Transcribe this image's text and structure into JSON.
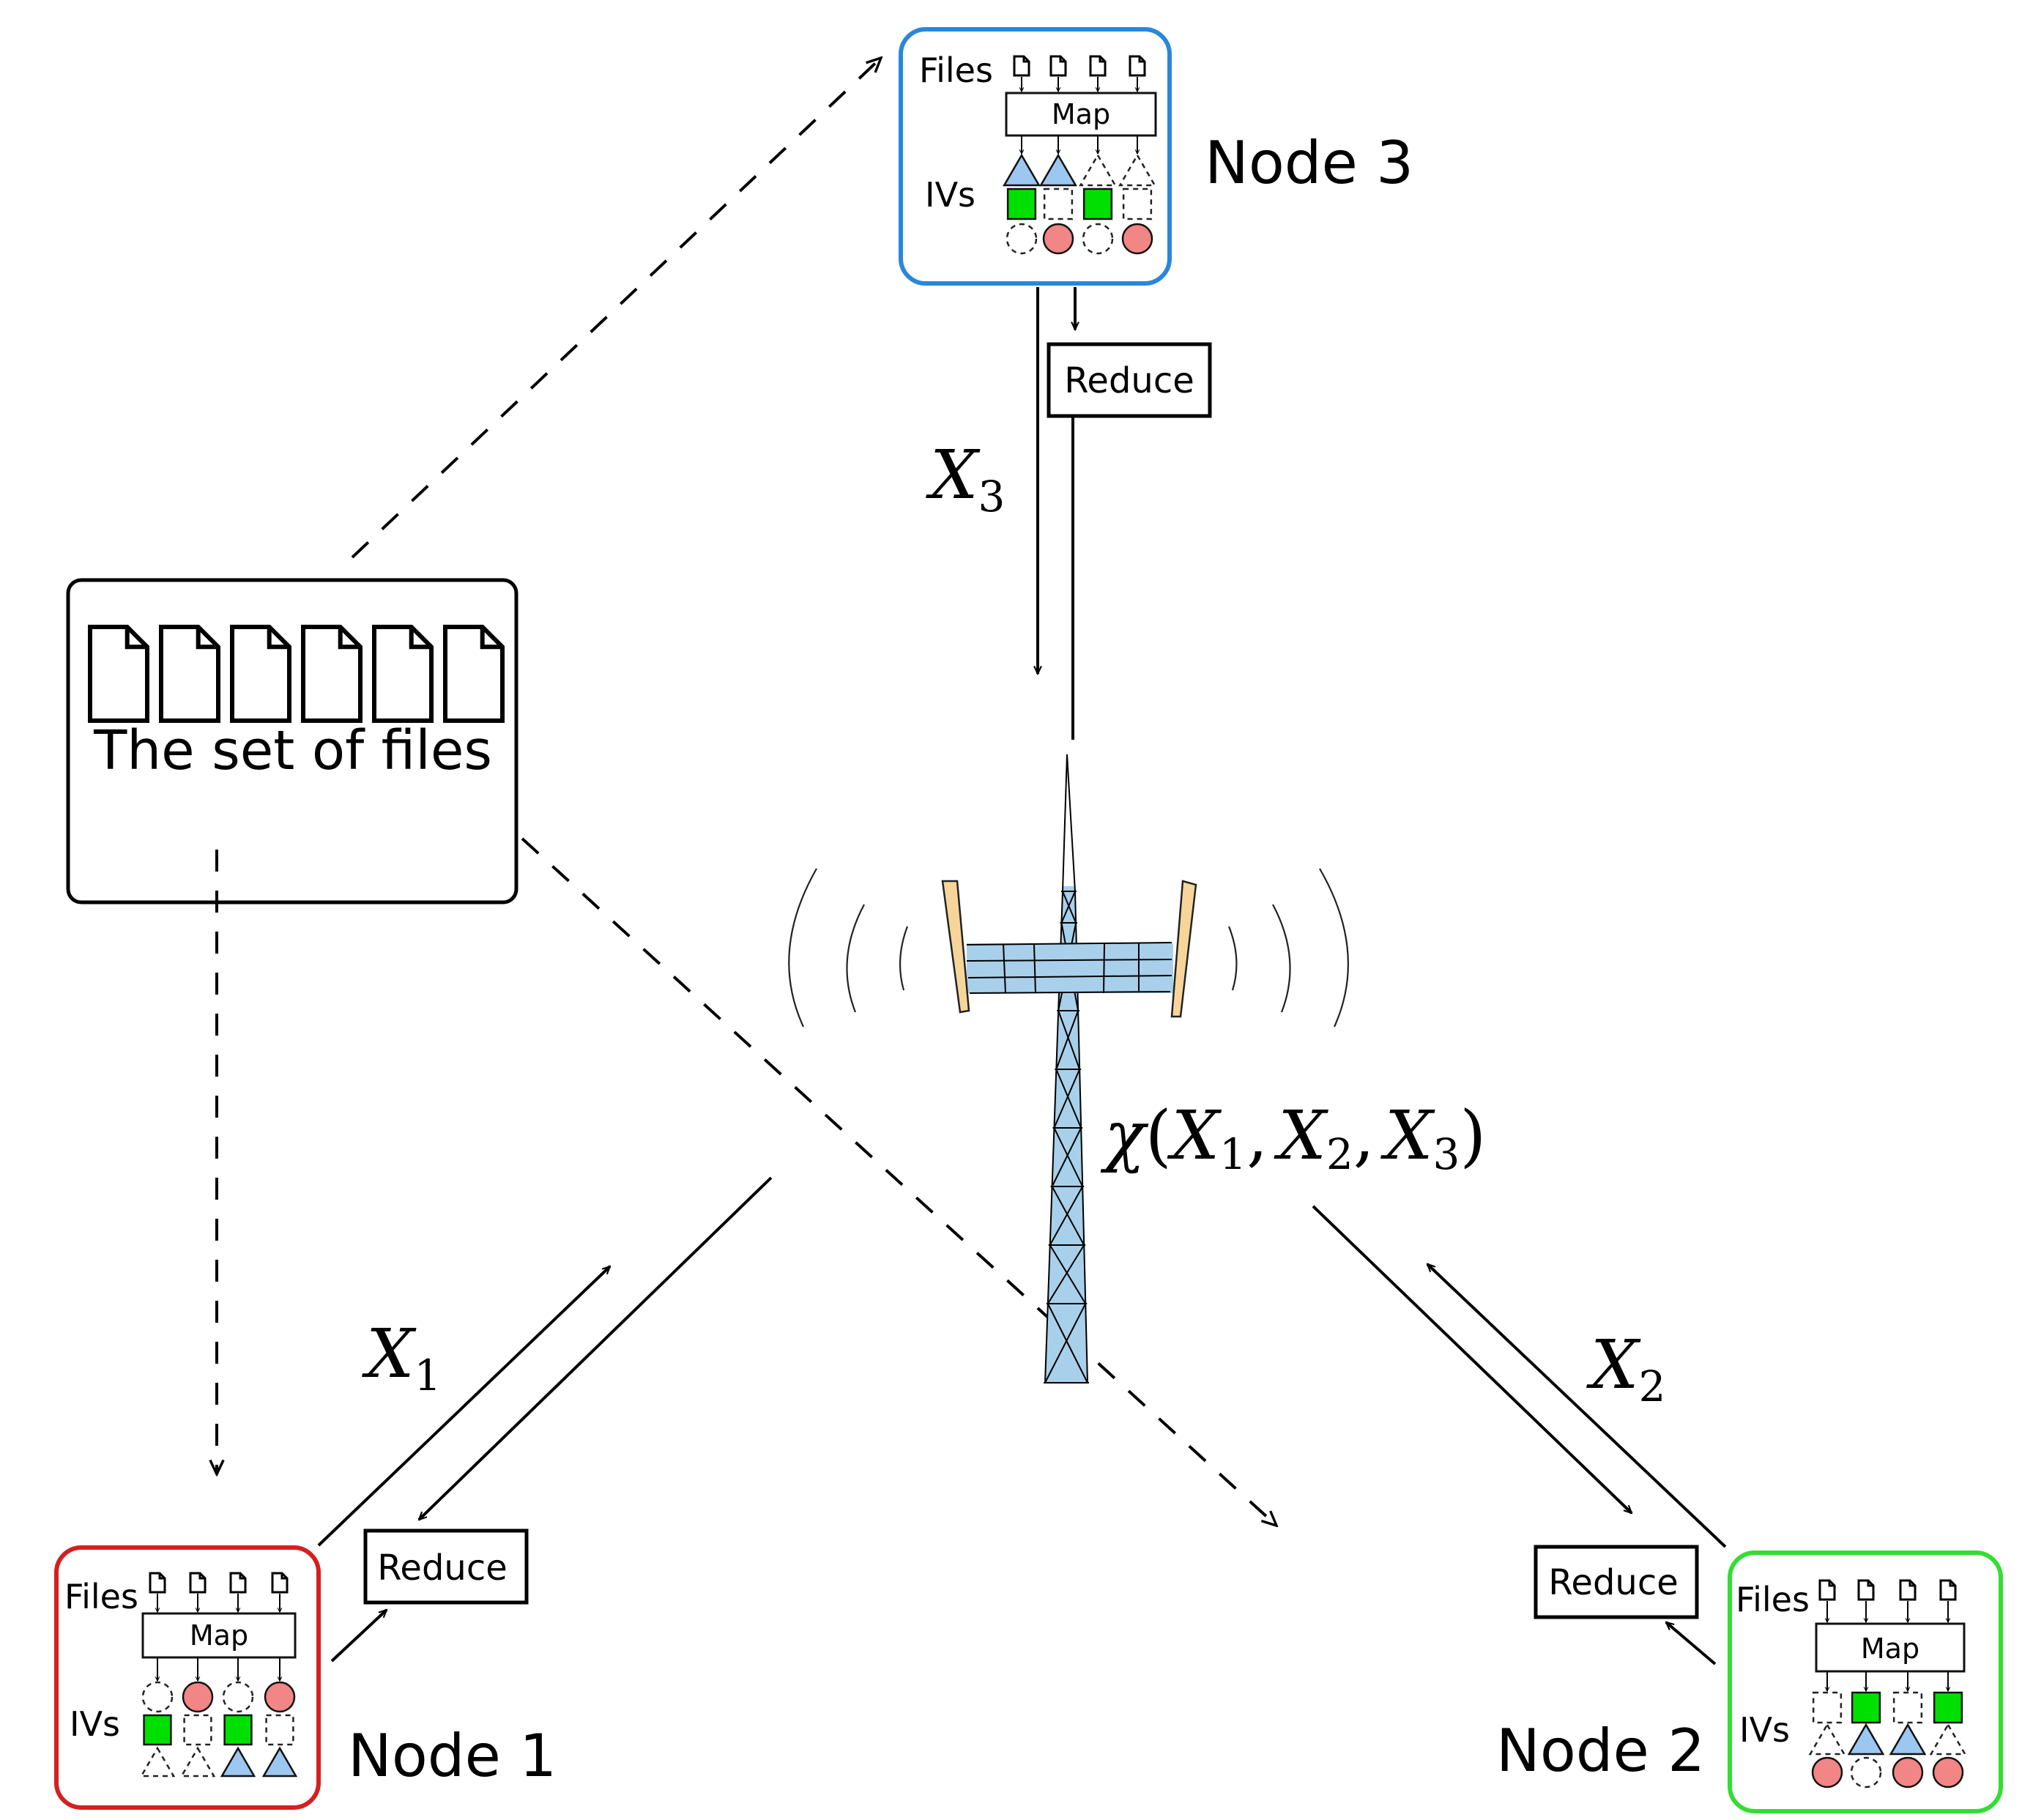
{
  "diagram": {
    "title": "Coded MapReduce over a wireless base station",
    "file_set": {
      "label": "The set of files",
      "file_count": 6
    },
    "colors": {
      "node1_border": "#d42020",
      "node2_border": "#33dd33",
      "node3_border": "#2a86dc",
      "square_fill": "#00e000",
      "triangle_fill": "#9cc7f0",
      "circle_fill": "#f28585",
      "tower_blue": "#a8d0ea",
      "antenna_panel": "#f7d59a"
    },
    "nodes": [
      {
        "id": "node1",
        "label": "Node 1",
        "files_label": "Files",
        "map_label": "Map",
        "ivs_label": "IVs",
        "reduce_label": "Reduce",
        "transmission_label": "X",
        "transmission_sub": "1",
        "iv_rows": [
          {
            "shape": "circle",
            "present": [
              false,
              true,
              false,
              true
            ]
          },
          {
            "shape": "square",
            "present": [
              true,
              false,
              true,
              false
            ]
          },
          {
            "shape": "triangle",
            "present": [
              false,
              false,
              true,
              true
            ]
          }
        ]
      },
      {
        "id": "node2",
        "label": "Node 2",
        "files_label": "Files",
        "map_label": "Map",
        "ivs_label": "IVs",
        "reduce_label": "Reduce",
        "transmission_label": "X",
        "transmission_sub": "2",
        "iv_rows": [
          {
            "shape": "square",
            "present": [
              false,
              true,
              false,
              true
            ]
          },
          {
            "shape": "triangle",
            "present": [
              false,
              true,
              true,
              false
            ]
          },
          {
            "shape": "circle",
            "present": [
              true,
              false,
              true,
              true
            ]
          }
        ]
      },
      {
        "id": "node3",
        "label": "Node 3",
        "files_label": "Files",
        "map_label": "Map",
        "ivs_label": "IVs",
        "reduce_label": "Reduce",
        "transmission_label": "X",
        "transmission_sub": "3",
        "iv_rows": [
          {
            "shape": "triangle",
            "present": [
              true,
              true,
              false,
              false
            ]
          },
          {
            "shape": "square",
            "present": [
              true,
              false,
              true,
              false
            ]
          },
          {
            "shape": "circle",
            "present": [
              false,
              true,
              false,
              true
            ]
          }
        ]
      }
    ],
    "broadcast": {
      "func": "χ",
      "open": "(",
      "x": "X",
      "s1": "1",
      "s2": "2",
      "s3": "3",
      "comma": ",",
      "close": ")"
    },
    "icons": {
      "file": "file-icon",
      "tower": "base-station-tower-icon",
      "waves": "radio-waves-icon"
    }
  }
}
